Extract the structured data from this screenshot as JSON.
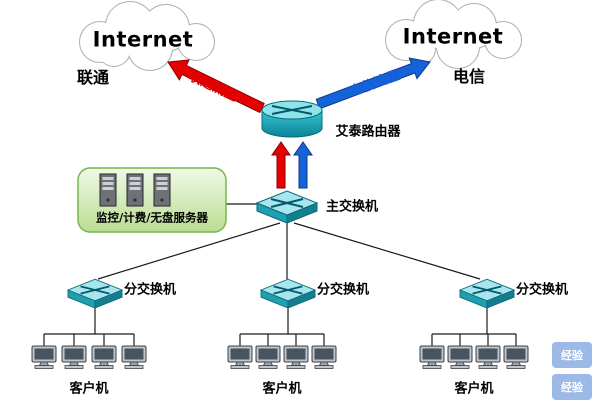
{
  "clouds": {
    "left": {
      "title": "Internet",
      "isp": "联通"
    },
    "right": {
      "title": "Internet",
      "isp": "电信"
    }
  },
  "traffic": {
    "left_label": "联通流量",
    "right_label": "电信流量",
    "left_color": "#e00000",
    "right_color": "#1560d8"
  },
  "router": {
    "label": "艾泰路由器"
  },
  "server_box": {
    "label": "监控/计费/无盘服务器"
  },
  "main_switch": {
    "label": "主交换机"
  },
  "sub_switches": [
    {
      "label": "分交换机"
    },
    {
      "label": "分交换机"
    },
    {
      "label": "分交换机"
    }
  ],
  "client_groups": [
    {
      "label": "客户机"
    },
    {
      "label": "客户机"
    },
    {
      "label": "客户机"
    }
  ],
  "watermark": {
    "badge1": "经验",
    "badge2": "经验"
  }
}
